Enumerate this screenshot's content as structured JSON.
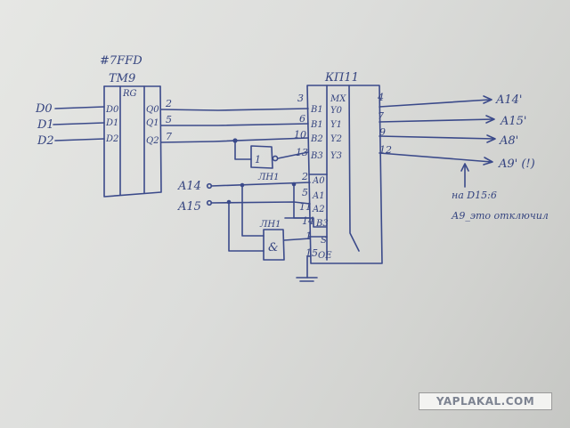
{
  "register": {
    "address": "#7FFD",
    "type": "ТМ9",
    "func": "RG",
    "inputs": [
      "D0",
      "D1",
      "D2"
    ],
    "in_pins": [
      "D0",
      "D1",
      "D2"
    ],
    "out_pins": [
      "Q0",
      "Q1",
      "Q2"
    ],
    "out_nums": [
      "2",
      "5",
      "7"
    ]
  },
  "mux": {
    "type": "КП11",
    "func": "MX",
    "pins": [
      "B1",
      "B1",
      "B2",
      "B3",
      "A0",
      "A1",
      "A2",
      "B3",
      "S",
      "OE"
    ],
    "pin_nums": [
      "3",
      "6",
      "10",
      "13",
      "2",
      "5",
      "11",
      "14",
      "1",
      "15"
    ],
    "out_pins": [
      "Y0",
      "Y1",
      "Y2",
      "Y3"
    ],
    "out_nums": [
      "4",
      "7",
      "9",
      "12"
    ],
    "outputs": [
      "A14'",
      "A15'",
      "A8'",
      "A9' (!)"
    ]
  },
  "inverter": {
    "label": "1",
    "name": "ЛН1"
  },
  "gate": {
    "label": "&",
    "name": "ЛН1"
  },
  "address_inputs": [
    "A14",
    "A15"
  ],
  "note": {
    "line1": "на D15:6",
    "line2": "А9_это отключил"
  },
  "watermark": "YAPLAKAL.COM"
}
